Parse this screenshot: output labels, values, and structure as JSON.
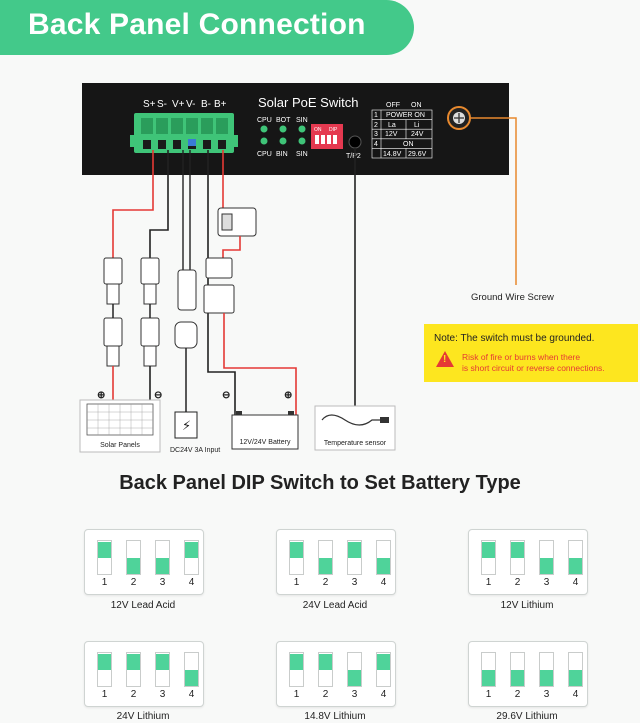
{
  "header": {
    "title": "Back Panel Connection"
  },
  "device": {
    "name": "Solar PoE Switch",
    "terminal_labels": [
      "S+",
      "S-",
      "V+",
      "V-",
      "B-",
      "B+"
    ],
    "led_top": [
      "CPU",
      "BOT",
      "SIN"
    ],
    "led_bottom": [
      "CPU",
      "BIN",
      "SIN"
    ],
    "dip_label_on": "ON",
    "dip_label_dip": "DIP",
    "port_label": "T/P2",
    "table_header": [
      "OFF",
      "ON"
    ],
    "table_rows": [
      [
        "1",
        "POWER ON"
      ],
      [
        "2",
        "La",
        "Li"
      ],
      [
        "3",
        "12V",
        "24V"
      ],
      [
        "4",
        "ON"
      ],
      [
        "",
        "14.8V",
        "29.6V"
      ]
    ]
  },
  "components": {
    "solar_panels": "Solar Panels",
    "power_input": "DC24V 3A Input",
    "battery": "12V/24V Battery",
    "temp_sensor": "Temperature sensor",
    "ground": "Ground Wire Screw"
  },
  "note": {
    "title": "Note:  The switch must be grounded.",
    "warning_line1": "Risk of fire or burns when there",
    "warning_line2": "is short circuit or reverse connections."
  },
  "dip_section": {
    "title": "Back Panel DIP Switch to Set Battery Type",
    "switch_numbers": [
      "1",
      "2",
      "3",
      "4"
    ],
    "configs": [
      {
        "label": "12V Lead Acid",
        "positions": [
          "up",
          "down",
          "down",
          "up"
        ]
      },
      {
        "label": "24V Lead Acid",
        "positions": [
          "up",
          "down",
          "up",
          "down"
        ]
      },
      {
        "label": "12V Lithium",
        "positions": [
          "up",
          "up",
          "down",
          "down"
        ]
      },
      {
        "label": "24V Lithium",
        "positions": [
          "up",
          "up",
          "up",
          "down"
        ]
      },
      {
        "label": "14.8V Lithium",
        "positions": [
          "up",
          "up",
          "down",
          "up"
        ]
      },
      {
        "label": "29.6V Lithium",
        "positions": [
          "down",
          "down",
          "down",
          "down"
        ]
      }
    ]
  },
  "colors": {
    "accent": "#43c98a",
    "switch_knob": "#4fd39a",
    "wire_red": "#e53935",
    "wire_black": "#222222",
    "ground_wire": "#e8892e",
    "note_bg": "#fde61f"
  }
}
